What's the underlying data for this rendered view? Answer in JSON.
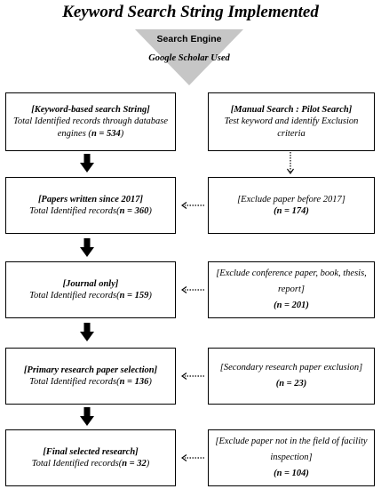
{
  "title": "Keyword Search String Implemented",
  "funnel": {
    "line1": "Search Engine",
    "line2": "Google Scholar Used"
  },
  "left_boxes": [
    {
      "heading": "[Keyword-based search String]",
      "text": "Total Identified records through database engines (",
      "n": "n = 534",
      "close": ")"
    },
    {
      "heading": "[Papers written since 2017]",
      "text": "Total Identified records(",
      "n": "n = 360",
      "close": ")"
    },
    {
      "heading": "[Journal only]",
      "text": "Total Identified records(",
      "n": "n = 159",
      "close": ")"
    },
    {
      "heading": "[Primary research paper selection]",
      "text": "Total Identified records(",
      "n": "n = 136",
      "close": ")"
    },
    {
      "heading": "[Final selected research]",
      "text": "Total Identified records(",
      "n": "n = 32",
      "close": ")"
    }
  ],
  "right_boxes": [
    {
      "heading": "[Manual Search : Pilot Search]",
      "text": "Test keyword and identify Exclusion criteria"
    },
    {
      "text": "[Exclude paper before 2017]",
      "n": "(n = 174)"
    },
    {
      "text": "[Exclude conference paper, book, thesis, report]",
      "n": "(n = 201)"
    },
    {
      "text": "[Secondary research paper exclusion]",
      "n": "(n = 23)"
    },
    {
      "text": "[Exclude paper not in the field of facility inspection]",
      "n": "(n = 104)"
    }
  ]
}
